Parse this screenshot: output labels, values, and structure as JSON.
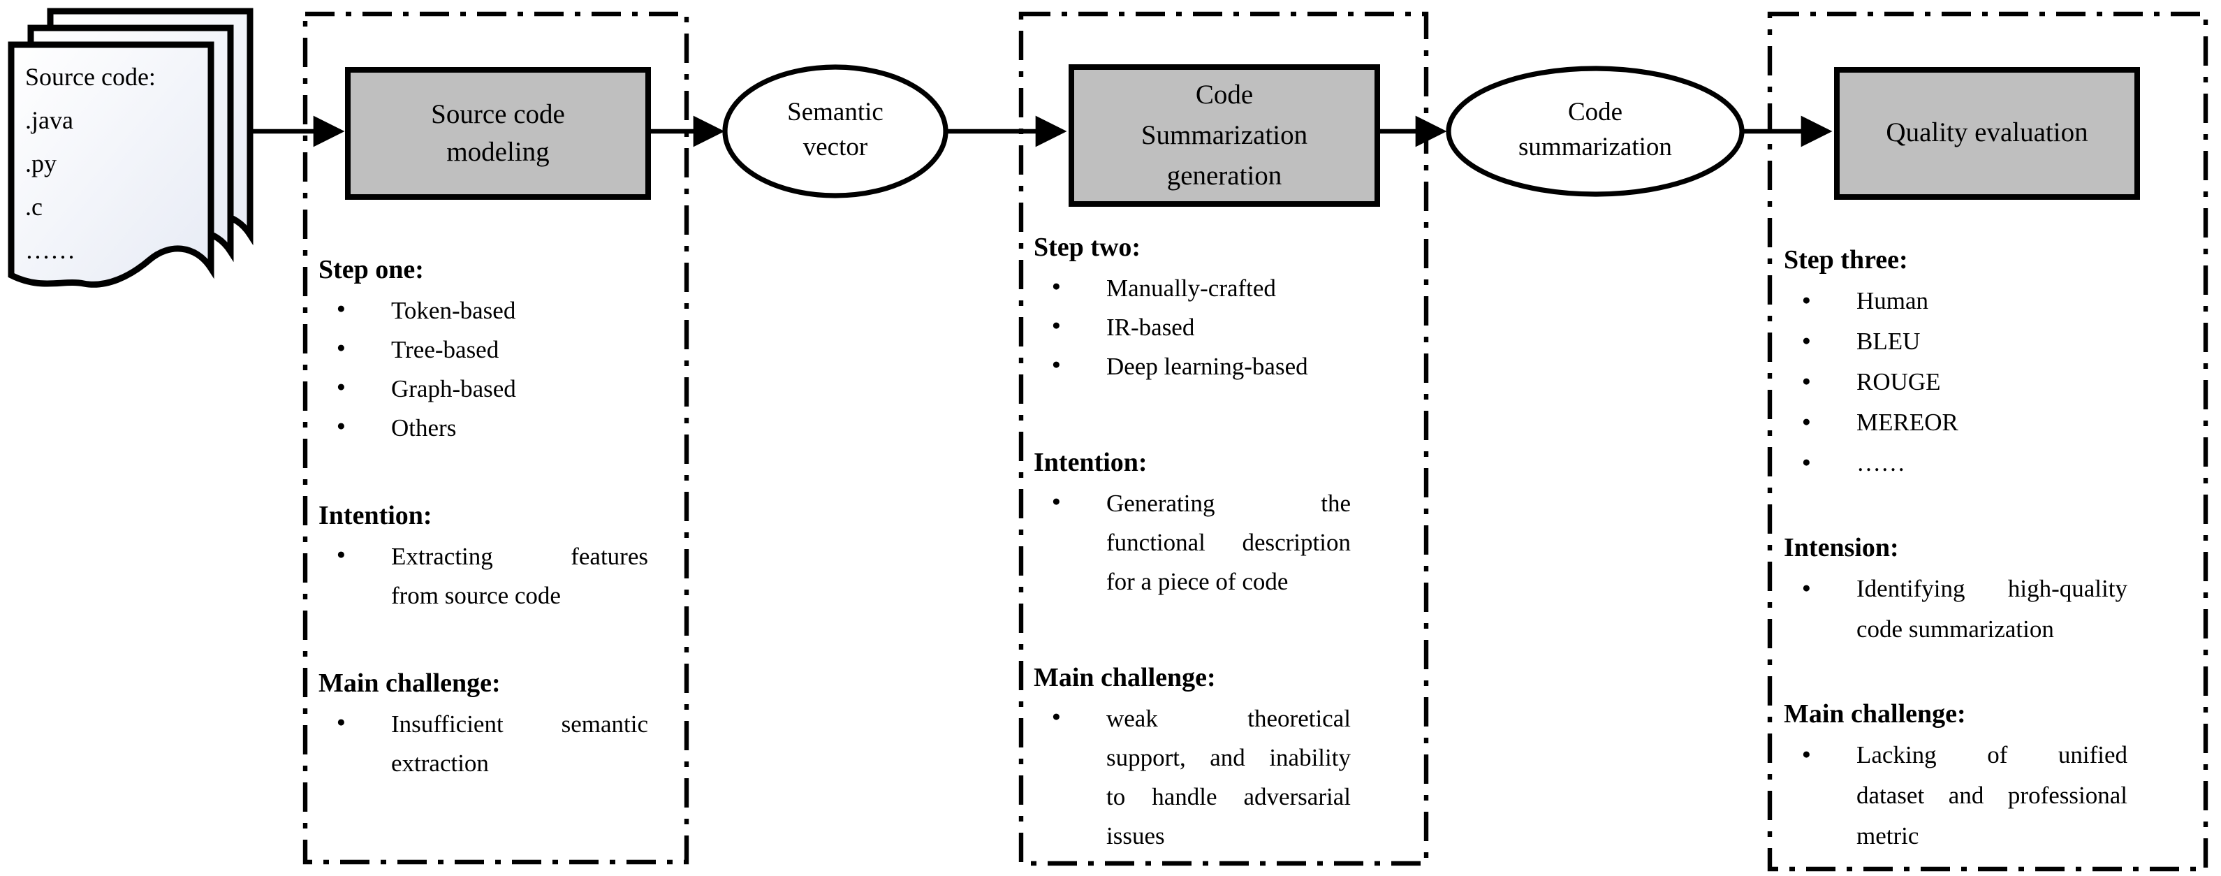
{
  "figure": {
    "title": "code summarization pipeline",
    "colors": {
      "process_box_fill": "#bfbfbf",
      "line": "#000000",
      "page_fill_start": "#ffffff",
      "page_fill_end": "#e7ebf5"
    },
    "source_stack": {
      "lines": [
        "Source code:",
        ".java",
        ".py",
        ".c",
        "……"
      ]
    },
    "connectors": [
      {
        "label_lines": [
          "Semantic",
          "vector"
        ]
      },
      {
        "label_lines": [
          "Code",
          "summarization"
        ]
      }
    ],
    "stages": [
      {
        "box_label_lines": [
          "Source code",
          "modeling"
        ],
        "sections": [
          {
            "heading": "Step one:",
            "bullets": [
              [
                "Token-based"
              ],
              [
                "Tree-based"
              ],
              [
                "Graph-based"
              ],
              [
                "Others"
              ]
            ]
          },
          {
            "heading": "Intention:",
            "bullets": [
              [
                "Extracting features",
                "from source code"
              ]
            ]
          },
          {
            "heading": "Main challenge:",
            "bullets": [
              [
                "Insufficient semantic",
                "extraction"
              ]
            ]
          }
        ]
      },
      {
        "box_label_lines": [
          "Code",
          "Summarization",
          "generation"
        ],
        "sections": [
          {
            "heading": "Step two:",
            "bullets": [
              [
                "Manually-crafted"
              ],
              [
                "IR-based"
              ],
              [
                "Deep learning-based"
              ]
            ]
          },
          {
            "heading": "Intention:",
            "bullets": [
              [
                "Generating the",
                "functional description",
                "for a piece of code"
              ]
            ]
          },
          {
            "heading": "Main challenge:",
            "bullets": [
              [
                "weak theoretical",
                "support, and inability",
                "to handle adversarial",
                "issues"
              ]
            ]
          }
        ]
      },
      {
        "box_label_lines": [
          "Quality evaluation"
        ],
        "sections": [
          {
            "heading": "Step three:",
            "bullets": [
              [
                "Human"
              ],
              [
                "BLEU"
              ],
              [
                "ROUGE"
              ],
              [
                "MEREOR"
              ],
              [
                "……"
              ]
            ]
          },
          {
            "heading": "Intension:",
            "bullets": [
              [
                "Identifying high-quality",
                "code summarization"
              ]
            ]
          },
          {
            "heading": "Main challenge:",
            "bullets": [
              [
                "Lacking of unified",
                "dataset and professional",
                "metric"
              ]
            ]
          }
        ]
      }
    ]
  }
}
